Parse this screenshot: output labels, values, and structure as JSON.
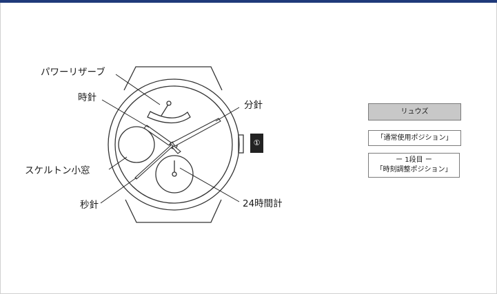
{
  "labels": {
    "power_reserve": "パワーリザーブ",
    "hour_hand": "時針",
    "minute_hand": "分針",
    "skeleton_window": "スケルトン小窓",
    "second_hand": "秒針",
    "24h_dial": "24時間計"
  },
  "crown_marker": "①",
  "panel": {
    "title": "リュウズ",
    "position_normal": "「通常使用ポジション」",
    "stage_line": "ー 1段目 ー",
    "position_time_adjust": "「時刻調整ポジション」"
  },
  "colors": {
    "accent_bar": "#1f3a7a",
    "title_box_bg": "#c8c8c8",
    "marker_bg": "#222222"
  }
}
